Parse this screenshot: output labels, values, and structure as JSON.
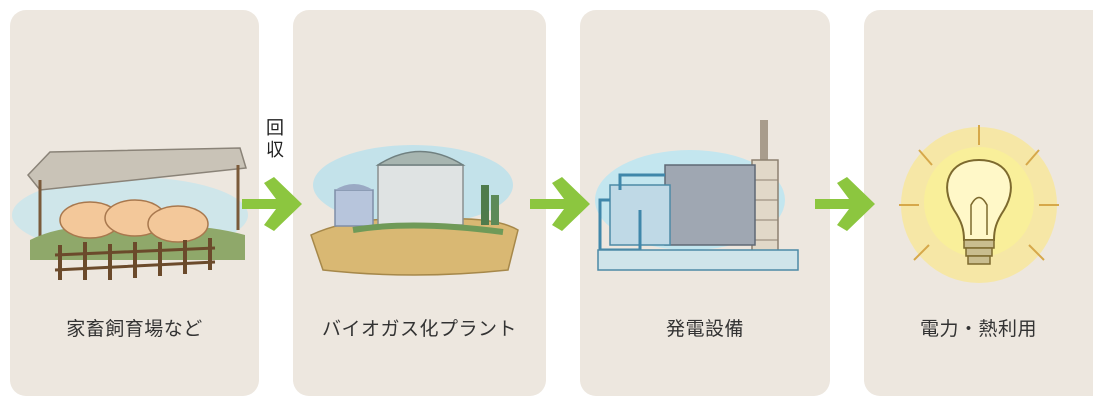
{
  "steps": [
    {
      "label": "家畜飼育場など",
      "icon": "livestock-farm-icon"
    },
    {
      "label": "バイオガス化プラント",
      "icon": "biogas-plant-icon"
    },
    {
      "label": "発電設備",
      "icon": "power-generation-icon"
    },
    {
      "label": "電力・熱利用",
      "icon": "light-bulb-icon"
    }
  ],
  "arrows": {
    "collect_label": "回収",
    "icon": "arrow-right-icon",
    "color": "#8cc63f"
  },
  "colors": {
    "card_background": "#ede7df",
    "label_text": "#333333"
  }
}
